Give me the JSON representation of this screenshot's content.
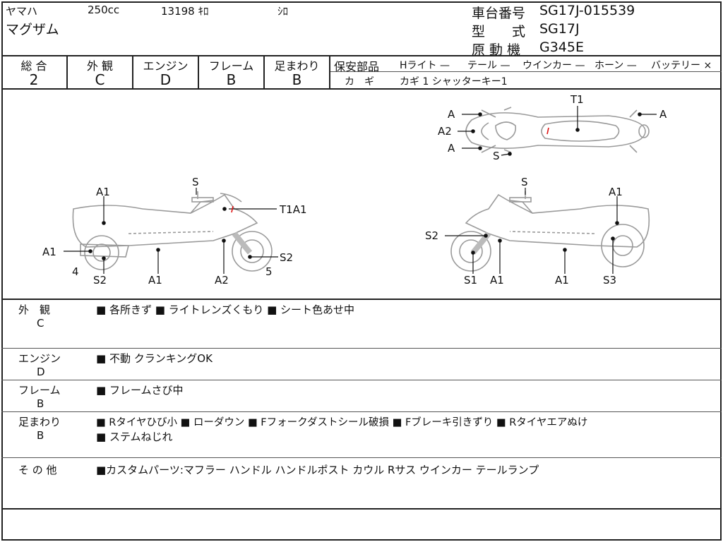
{
  "header": {
    "maker": "ヤマハ",
    "displacement": "250cc",
    "mileage": "13198 ｷﾛ",
    "color": "ｼﾛ",
    "model_name": "マグザム",
    "frame_no_label": "車台番号",
    "frame_no": "SG17J-015539",
    "type_label": "型　　式",
    "type": "SG17J",
    "engine_label": "原 動 機",
    "engine": "G345E"
  },
  "grades": {
    "overall_label": "総 合",
    "overall": "2",
    "exterior_label": "外 観",
    "exterior": "C",
    "engine_label": "エンジン",
    "engine": "D",
    "frame_label": "フレーム",
    "frame": "B",
    "suspension_label": "足まわり",
    "suspension": "B"
  },
  "safety": {
    "label": "保安部品",
    "headlight": "Hライト —",
    "tail": "テール —",
    "winker": "ウインカー —",
    "horn": "ホーン —",
    "battery": "バッテリー ×",
    "key_label": "カ　ギ",
    "key_value": "カギ 1  シャッターキー1"
  },
  "diagram": {
    "top_A_left1": "A",
    "top_A2": "A2",
    "top_A_left2": "A",
    "top_S": "S",
    "top_T1": "T1",
    "top_A_right": "A",
    "left_S": "S",
    "left_A1_top": "A1",
    "left_T1A1": "T1A1",
    "left_A1_side": "A1",
    "left_S2_right": "S2",
    "left_4": "4",
    "left_S2_bottom": "S2",
    "left_A1_bottom": "A1",
    "left_A2_bottom": "A2",
    "left_5": "5",
    "right_S": "S",
    "right_A1_top": "A1",
    "right_S2": "S2",
    "right_S1": "S1",
    "right_A1_b1": "A1",
    "right_A1_b2": "A1",
    "right_S3": "S3"
  },
  "sections": [
    {
      "label": "外　観",
      "grade": "C",
      "text": "■ 各所きず ■ ライトレンズくもり ■ シート色あせ中"
    },
    {
      "label": "エンジン",
      "grade": "D",
      "text": "■ 不動 クランキングOK"
    },
    {
      "label": "フレーム",
      "grade": "B",
      "text": "■ フレームさび中"
    },
    {
      "label": "足まわり",
      "grade": "B",
      "text": "■ Rタイヤひび小 ■ ローダウン ■ Fフォークダストシール破損 ■ Fブレーキ引きずり ■ Rタイヤエアぬけ",
      "text2": "■ ステムねじれ"
    },
    {
      "label": "そ の 他",
      "grade": "",
      "text": "■カスタムパーツ:マフラー ハンドル ハンドルポスト カウル Rサス ウインカー テールランプ"
    }
  ]
}
